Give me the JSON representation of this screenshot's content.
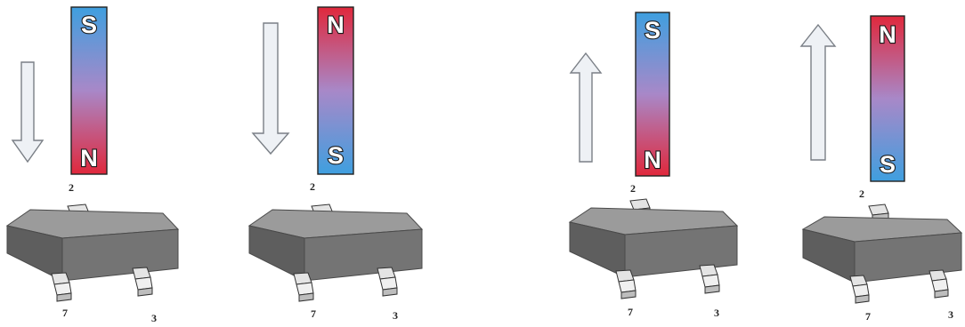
{
  "panels": [
    {
      "arrow": "down",
      "magnet": {
        "top_pole": "S",
        "bottom_pole": "N"
      },
      "pins": {
        "top": "2",
        "bottom_left": "7",
        "bottom_right": "3"
      }
    },
    {
      "arrow": "down",
      "magnet": {
        "top_pole": "N",
        "bottom_pole": "S"
      },
      "pins": {
        "top": "2",
        "bottom_left": "7",
        "bottom_right": "3"
      }
    },
    {
      "arrow": "up",
      "magnet": {
        "top_pole": "S",
        "bottom_pole": "N"
      },
      "pins": {
        "top": "2",
        "bottom_left": "7",
        "bottom_right": "3"
      }
    },
    {
      "arrow": "up",
      "magnet": {
        "top_pole": "N",
        "bottom_pole": "S"
      },
      "pins": {
        "top": "2",
        "bottom_left": "7",
        "bottom_right": "3"
      }
    }
  ],
  "colors": {
    "south_pole": "#3f9fdf",
    "north_pole": "#e0283c",
    "magnet_mid": "#a888c8",
    "arrow_fill": "#eef1f5",
    "arrow_stroke": "#7a7f86",
    "chip_top": "#9b9b9b",
    "chip_front": "#6e6e6e",
    "chip_side": "#5a5a5a",
    "pin_fill": "#e4e4e4"
  }
}
